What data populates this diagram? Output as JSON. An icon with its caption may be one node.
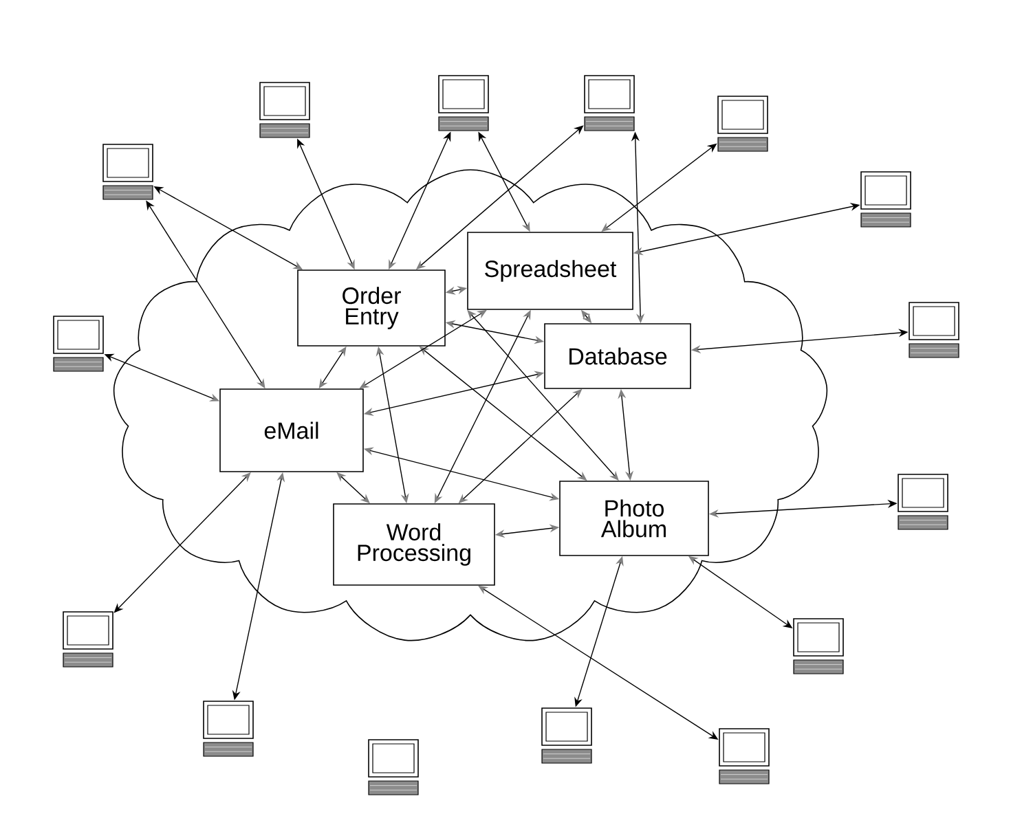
{
  "diagram": {
    "nodes": [
      {
        "text": [],
        "shape": "cloud"
      },
      {
        "text": [
          "Order Entry"
        ],
        "in": 0
      },
      {
        "text": [
          "Spreadsheet"
        ],
        "in": 0
      },
      {
        "text": [
          "Database"
        ],
        "in": 0
      },
      {
        "text": [
          "eMail"
        ],
        "in": 0
      },
      {
        "text": [
          "Word Processing"
        ],
        "in": 0
      },
      {
        "text": [
          "Photo Album"
        ],
        "in": 0
      },
      {
        "text": [],
        "shape": "computer"
      },
      {
        "text": [],
        "shape": "computer"
      },
      {
        "text": [],
        "shape": "computer"
      },
      {
        "text": [],
        "shape": "computer"
      },
      {
        "text": [],
        "shape": "computer"
      },
      {
        "text": [],
        "shape": "computer"
      },
      {
        "text": [],
        "shape": "computer"
      },
      {
        "text": [],
        "shape": "computer"
      },
      {
        "text": [],
        "shape": "computer"
      },
      {
        "text": [],
        "shape": "computer"
      },
      {
        "text": [],
        "shape": "computer"
      },
      {
        "text": [],
        "shape": "computer"
      },
      {
        "text": [],
        "shape": "computer"
      },
      {
        "text": [],
        "shape": "computer"
      },
      {
        "text": [],
        "shape": "computer"
      }
    ],
    "edges": [
      {
        "from": 1,
        "to": 11,
        "arrow": "both"
      },
      {
        "from": 4,
        "to": 11,
        "arrow": "both"
      },
      {
        "from": 1,
        "to": 9,
        "arrow": "both"
      },
      {
        "from": 1,
        "to": 7,
        "arrow": "both"
      },
      {
        "from": 2,
        "to": 7,
        "arrow": "both"
      },
      {
        "from": 1,
        "to": 8,
        "arrow": "both"
      },
      {
        "from": 3,
        "to": 8,
        "arrow": "both"
      },
      {
        "from": 2,
        "to": 10,
        "arrow": "both"
      },
      {
        "from": 2,
        "to": 12,
        "arrow": "both"
      },
      {
        "from": 3,
        "to": 13,
        "arrow": "both"
      },
      {
        "from": 4,
        "to": 14,
        "arrow": "both"
      },
      {
        "from": 1,
        "to": 2,
        "arrow": "both"
      },
      {
        "from": 1,
        "to": 3,
        "arrow": "both"
      },
      {
        "from": 4,
        "to": 3,
        "arrow": "both"
      },
      {
        "from": 2,
        "to": 3,
        "arrow": "both"
      },
      {
        "from": 3,
        "to": 6,
        "arrow": "both"
      },
      {
        "from": 1,
        "to": 5,
        "arrow": "both"
      },
      {
        "from": 1,
        "to": 6,
        "arrow": "both"
      },
      {
        "from": 3,
        "to": 5,
        "arrow": "both"
      },
      {
        "from": 2,
        "to": 5,
        "arrow": "both"
      },
      {
        "from": 2,
        "to": 4,
        "arrow": "both"
      },
      {
        "from": 4,
        "to": 6,
        "arrow": "both"
      },
      {
        "from": 4,
        "to": 5,
        "arrow": "both"
      },
      {
        "from": 5,
        "to": 6,
        "arrow": "both"
      },
      {
        "from": 1,
        "to": 4,
        "arrow": "both"
      },
      {
        "from": 2,
        "to": 6,
        "arrow": "both"
      },
      {
        "from": 5,
        "to": 20,
        "arrow": "both"
      },
      {
        "from": 4,
        "to": 16,
        "arrow": "both"
      },
      {
        "from": 4,
        "to": 18,
        "arrow": "both"
      },
      {
        "from": 6,
        "to": 15,
        "arrow": "both"
      },
      {
        "from": 6,
        "to": 17,
        "arrow": "both"
      },
      {
        "from": 6,
        "to": 19,
        "arrow": "both"
      }
    ]
  }
}
